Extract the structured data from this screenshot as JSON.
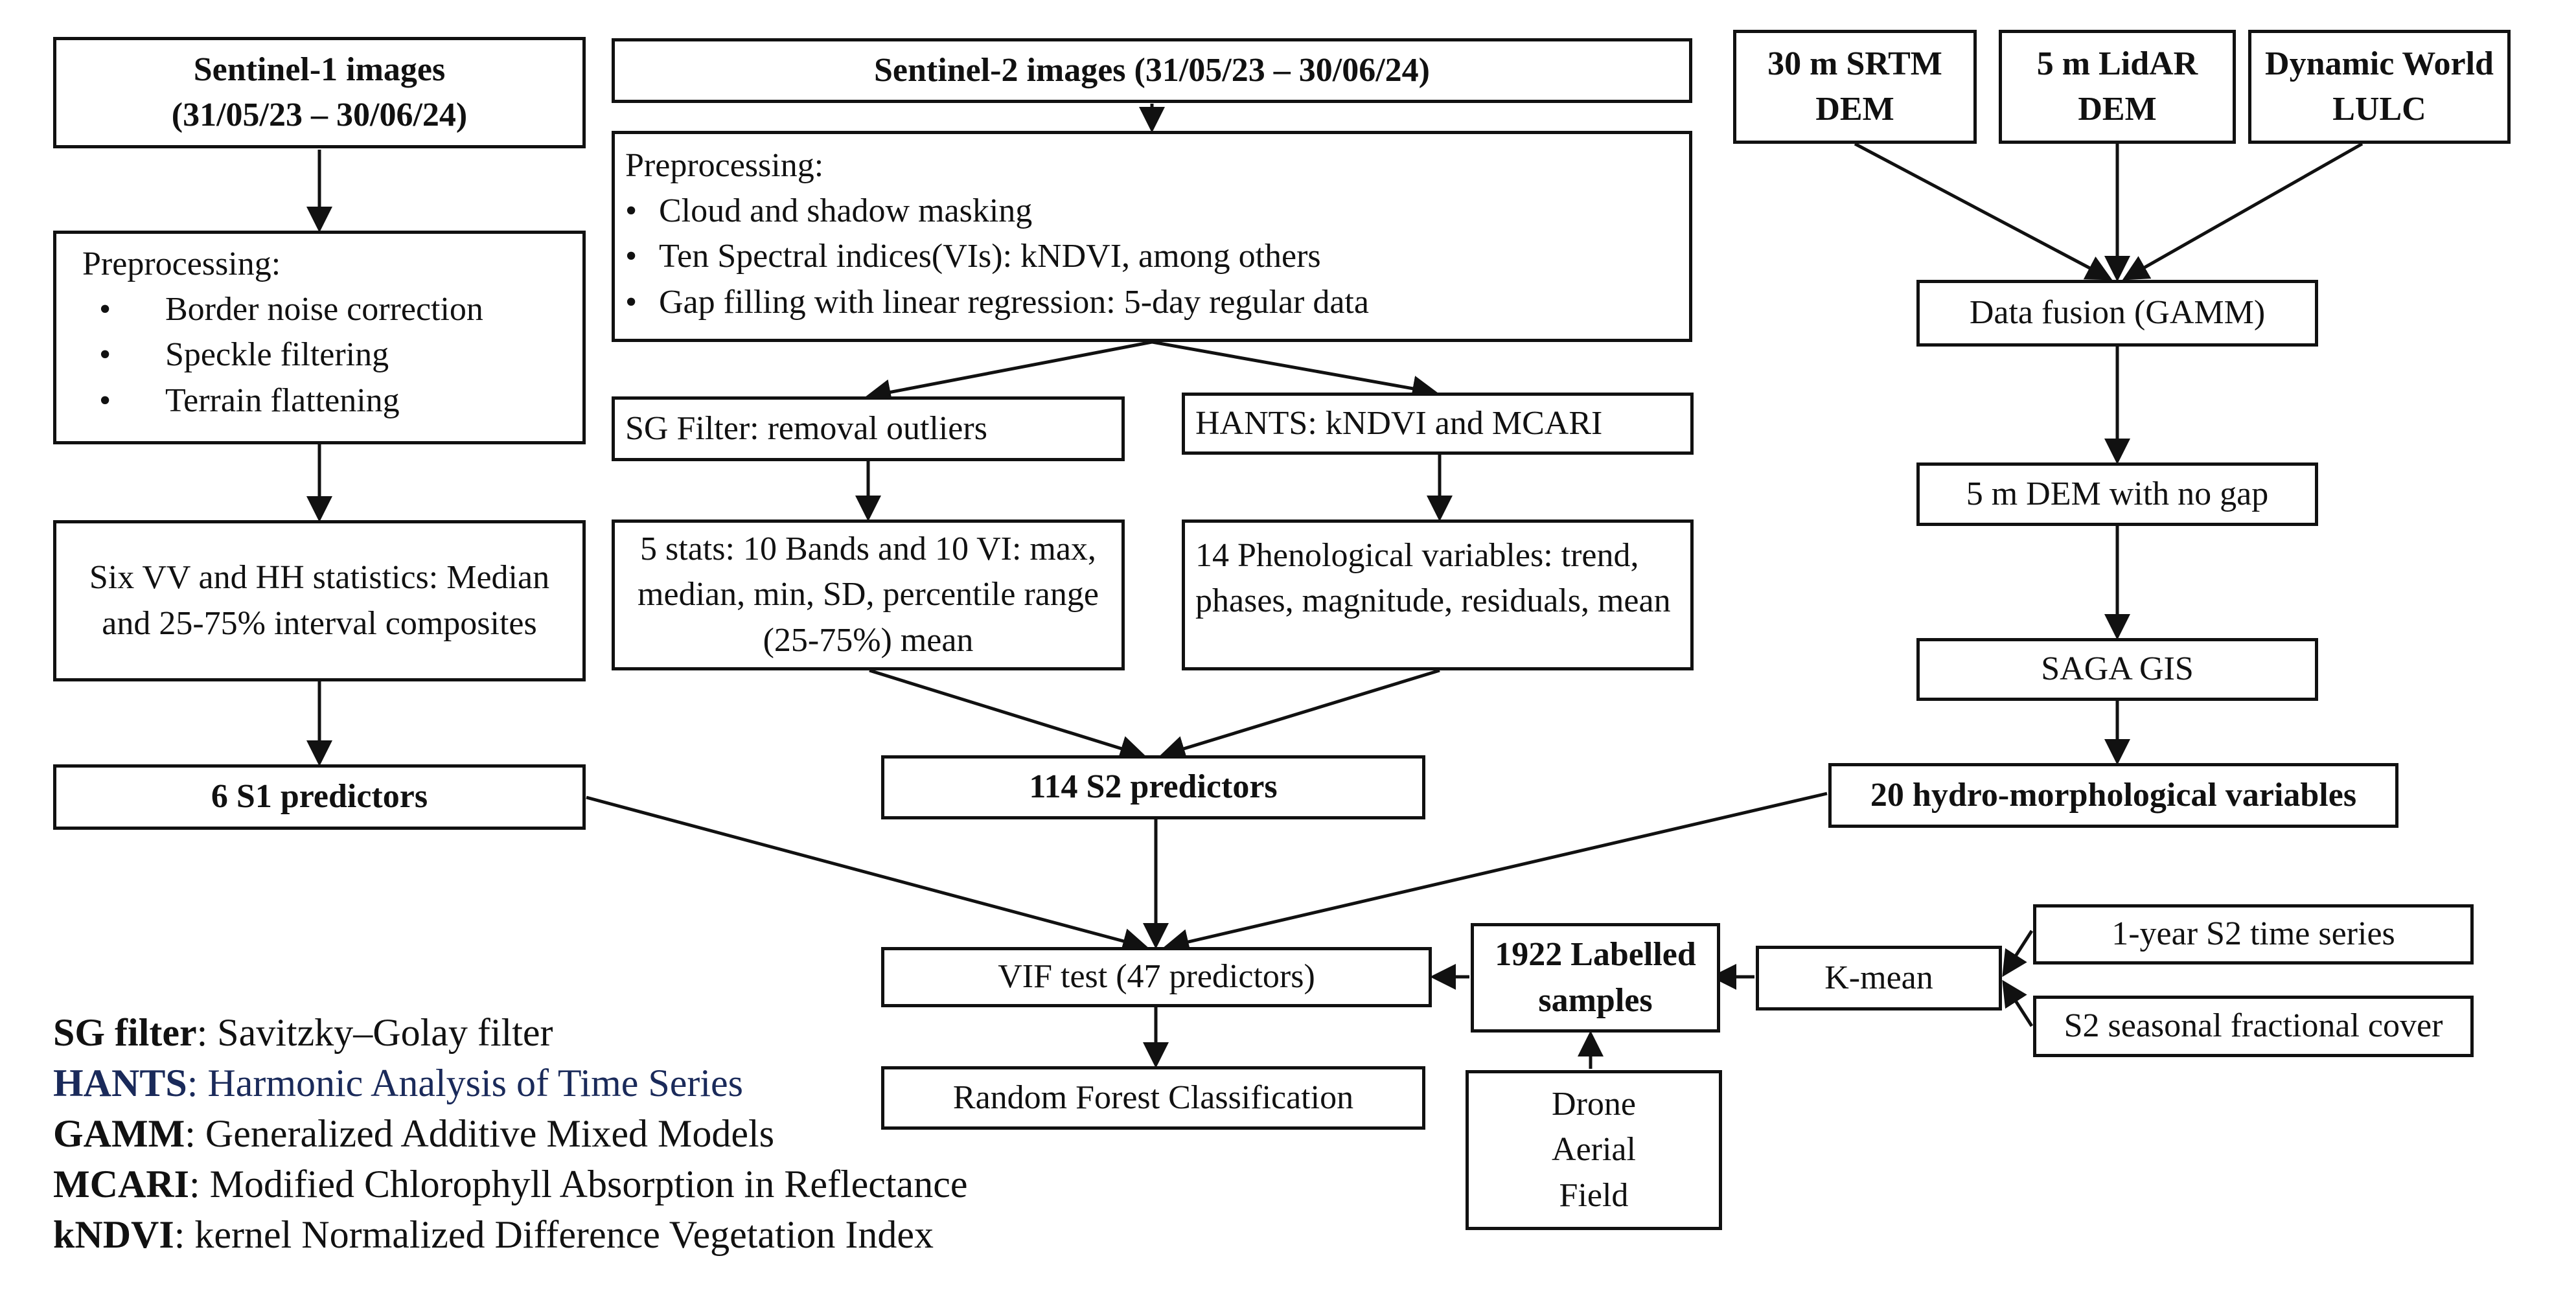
{
  "nodes": {
    "s1_images": [
      "Sentinel-1 images",
      "(31/05/23 – 30/06/24)"
    ],
    "s2_images": "Sentinel-2 images (31/05/23 – 30/06/24)",
    "srtm": [
      "30 m SRTM",
      "DEM"
    ],
    "lidar": [
      "5 m LidAR",
      "DEM"
    ],
    "dynamic_world": [
      "Dynamic World",
      "LULC"
    ],
    "s1_preproc": {
      "title": "Preprocessing:",
      "items": [
        "Border noise correction",
        "Speckle filtering",
        "Terrain flattening"
      ]
    },
    "s2_preproc": {
      "title": "Preprocessing:",
      "items": [
        "Cloud and shadow masking",
        "Ten Spectral indices(VIs): kNDVI, among others",
        "Gap filling with linear regression: 5-day regular data"
      ]
    },
    "data_fusion": "Data fusion (GAMM)",
    "sg_filter": "SG Filter: removal outliers",
    "hants": "HANTS: kNDVI and MCARI",
    "dem_nogap": "5 m DEM with  no gap",
    "s1_stats": "Six VV and HH statistics: Median and 25-75% interval composites",
    "s2_stats": "5 stats: 10 Bands and 10 VI: max, median, min, SD, percentile range (25-75%) mean",
    "phenology": "14 Phenological variables: trend, phases, magnitude, residuals, mean",
    "saga": "SAGA GIS",
    "s1_predictors": "6 S1 predictors",
    "s2_predictors": "114 S2 predictors",
    "hydro": "20 hydro-morphological variables",
    "vif": "VIF test (47 predictors)",
    "labelled": "1922 Labelled samples",
    "kmean": "K-mean",
    "s2_timeseries": "1-year S2 time series",
    "s2_fractional": "S2 seasonal fractional cover",
    "rf": "Random Forest Classification",
    "drone": [
      "Drone",
      "Aerial",
      "Field"
    ]
  },
  "edges": [
    [
      "s1_images",
      "s1_preproc"
    ],
    [
      "s1_preproc",
      "s1_stats"
    ],
    [
      "s1_stats",
      "s1_predictors"
    ],
    [
      "s2_images",
      "s2_preproc"
    ],
    [
      "s2_preproc",
      "sg_filter"
    ],
    [
      "s2_preproc",
      "hants"
    ],
    [
      "sg_filter",
      "s2_stats"
    ],
    [
      "hants",
      "phenology"
    ],
    [
      "s2_stats",
      "s2_predictors"
    ],
    [
      "phenology",
      "s2_predictors"
    ],
    [
      "srtm",
      "data_fusion"
    ],
    [
      "lidar",
      "data_fusion"
    ],
    [
      "dynamic_world",
      "data_fusion"
    ],
    [
      "data_fusion",
      "dem_nogap"
    ],
    [
      "dem_nogap",
      "saga"
    ],
    [
      "saga",
      "hydro"
    ],
    [
      "s1_predictors",
      "vif"
    ],
    [
      "s2_predictors",
      "vif"
    ],
    [
      "hydro",
      "vif"
    ],
    [
      "labelled",
      "vif"
    ],
    [
      "kmean",
      "labelled"
    ],
    [
      "s2_timeseries",
      "kmean"
    ],
    [
      "s2_fractional",
      "kmean"
    ],
    [
      "drone",
      "labelled"
    ],
    [
      "vif",
      "rf"
    ]
  ],
  "legend": [
    {
      "term": "SG filter",
      "definition": ": Savitzky–Golay filter",
      "color": "#111111"
    },
    {
      "term": "HANTS",
      "definition": ": Harmonic Analysis of Time Series",
      "color": "#1a2a5a"
    },
    {
      "term": "GAMM",
      "definition": ": Generalized Additive Mixed Models",
      "color": "#111111"
    },
    {
      "term": "MCARI",
      "definition": ": Modified Chlorophyll Absorption in Reflectance",
      "color": "#111111"
    },
    {
      "term": "kNDVI",
      "definition": ": kernel Normalized Difference Vegetation Index",
      "color": "#111111"
    }
  ]
}
